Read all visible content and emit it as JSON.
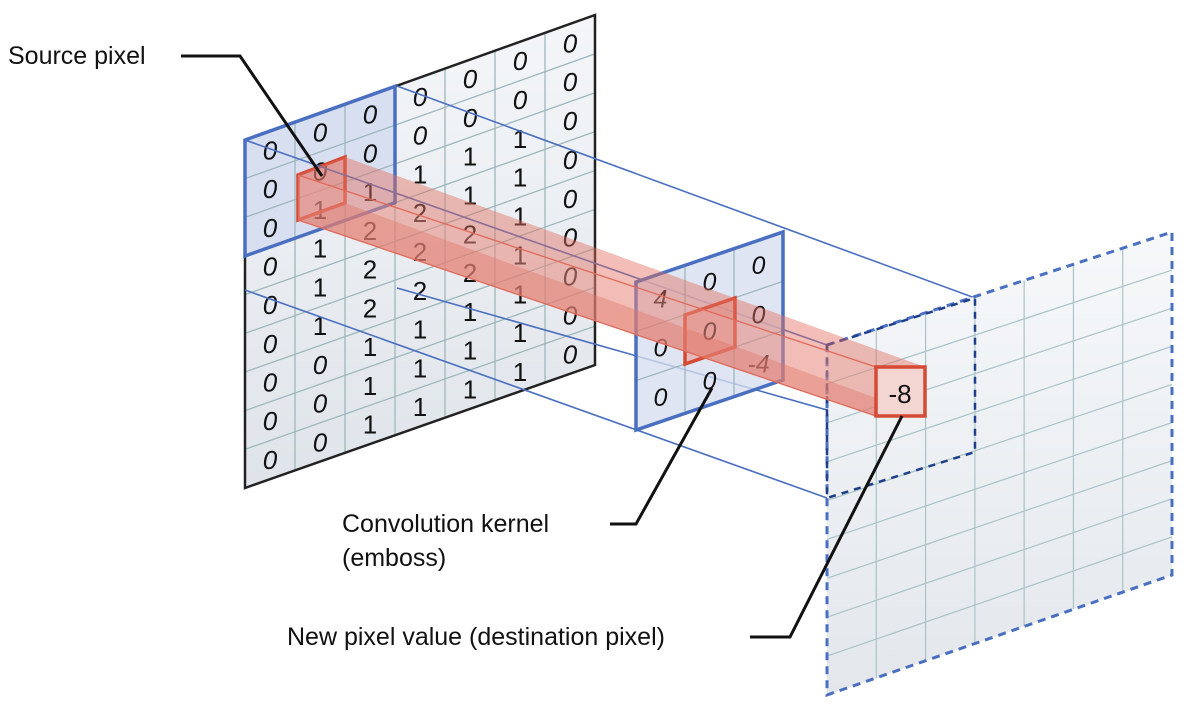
{
  "labels": {
    "source_pixel": "Source pixel",
    "kernel_line1": "Convolution kernel",
    "kernel_line2": "(emboss)",
    "destination": "New pixel value (destination pixel)"
  },
  "source_grid": [
    [
      "0",
      "0",
      "0",
      "0",
      "0",
      "0",
      "0"
    ],
    [
      "0",
      "0",
      "0",
      "0",
      "0",
      "0",
      "0"
    ],
    [
      "0",
      "1",
      "1",
      "1",
      "1",
      "1",
      "0"
    ],
    [
      "0",
      "1",
      "2",
      "2",
      "1",
      "1",
      "0"
    ],
    [
      "0",
      "1",
      "2",
      "2",
      "2",
      "1",
      "0"
    ],
    [
      "0",
      "1",
      "2",
      "2",
      "2",
      "1",
      "0"
    ],
    [
      "0",
      "0",
      "1",
      "1",
      "1",
      "1",
      "0"
    ],
    [
      "0",
      "0",
      "1",
      "1",
      "1",
      "1",
      "0"
    ],
    [
      "0",
      "0",
      "1",
      "1",
      "1",
      "1",
      "0"
    ]
  ],
  "kernel_grid": [
    [
      "4",
      "0",
      "0"
    ],
    [
      "0",
      "0",
      "0"
    ],
    [
      "0",
      "0",
      "-4"
    ]
  ],
  "destination_value": "-8",
  "colors": {
    "blue": "#4a6fc0",
    "red": "#d44a35",
    "beam": "#e8877a"
  }
}
